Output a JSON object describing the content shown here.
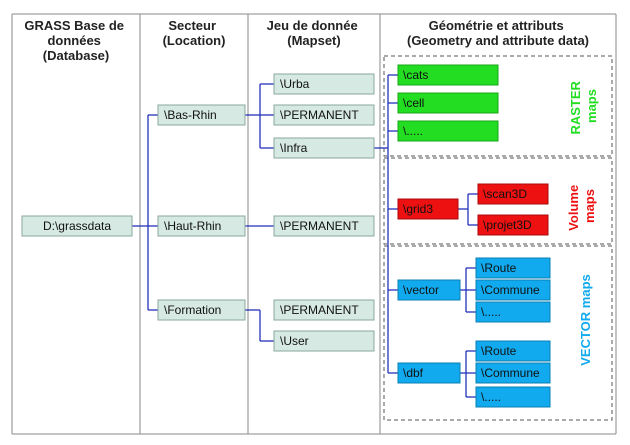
{
  "colors": {
    "grid": "#888888",
    "connector": "#2233bb",
    "node_fill": "#d6e9e3",
    "node_border": "#8aa6a0",
    "raster": "#22dd22",
    "volume": "#ee1111",
    "vector": "#11aaee"
  },
  "headers": {
    "database": [
      "GRASS Base de",
      "données",
      "(Database)"
    ],
    "location": [
      "Secteur",
      "(Location)"
    ],
    "mapset": [
      "Jeu de donnée",
      "(Mapset)"
    ],
    "geometry": [
      "Géométrie et attributs",
      "(Geometry and attribute data)"
    ]
  },
  "nodes": {
    "database": "D:\\grassdata",
    "locations": [
      "\\Bas-Rhin",
      "\\Haut-Rhin",
      "\\Formation"
    ],
    "mapsets": [
      "\\Urba",
      "\\PERMANENT",
      "\\Infra",
      "\\PERMANENT",
      "\\PERMANENT",
      "\\User"
    ],
    "raster_items": [
      "\\cats",
      "\\cell",
      "\\....."
    ],
    "volume_group": "\\grid3",
    "volume_items": [
      "\\scan3D",
      "\\projet3D"
    ],
    "vector_group": "\\vector",
    "vector_items": [
      "\\Route",
      "\\Commune",
      "\\....."
    ],
    "dbf_group": "\\dbf",
    "dbf_items": [
      "\\Route",
      "\\Commune",
      "\\....."
    ]
  },
  "side_labels": {
    "raster": [
      "RASTER",
      "maps"
    ],
    "volume": [
      "Volume",
      "maps"
    ],
    "vector": "VECTOR maps"
  }
}
